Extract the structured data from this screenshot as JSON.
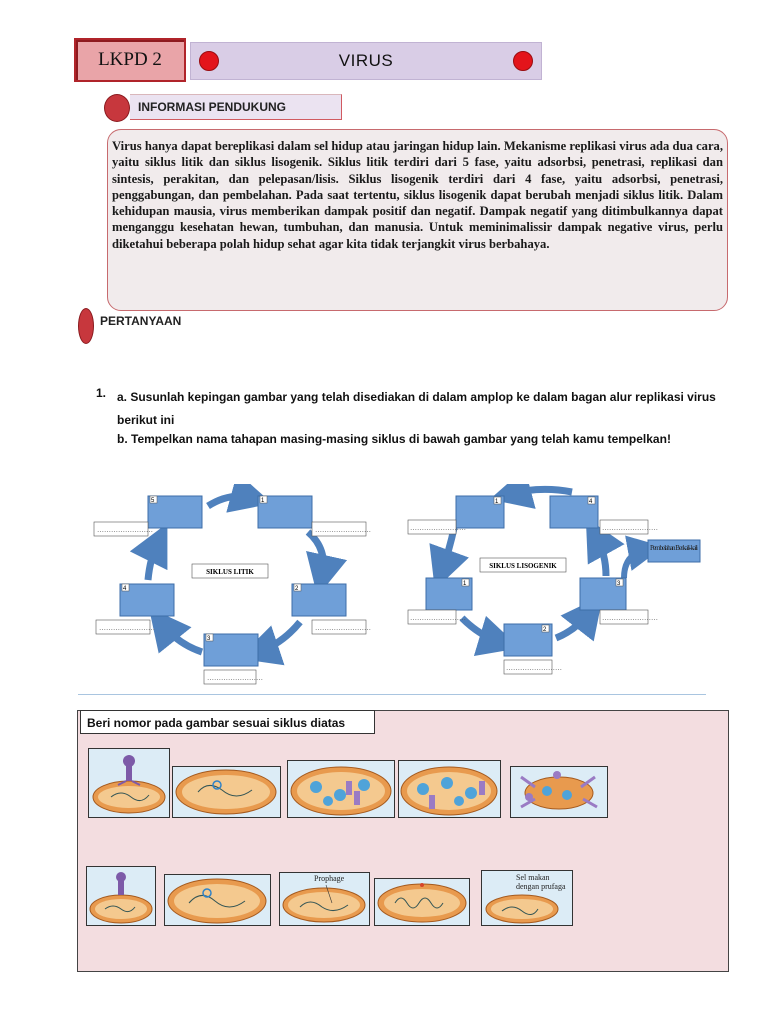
{
  "header": {
    "tag": "LKPD 2",
    "title": "VIRUS"
  },
  "info": {
    "label": "INFORMASI PENDUKUNG",
    "text": "Virus hanya dapat bereplikasi dalam sel hidup atau jaringan hidup lain. Mekanisme replikasi virus ada dua cara, yaitu siklus litik dan siklus lisogenik. Siklus litik terdiri dari 5 fase, yaitu adsorbsi, penetrasi, replikasi dan sintesis, perakitan, dan pelepasan/lisis. Siklus lisogenik terdiri dari 4 fase, yaitu adsorbsi, penetrasi, penggabungan, dan pembelahan. Pada saat tertentu, siklus lisogenik dapat berubah menjadi siklus litik. Dalam kehidupan mausia, virus memberikan dampak positif dan negatif. Dampak negatif yang ditimbulkannya dapat menganggu kesehatan hewan, tumbuhan, dan manusia. Untuk meminimalissir dampak negative virus, perlu diketahui beberapa polah hidup sehat agar kita tidak terjangkit virus berbahaya."
  },
  "questions": {
    "label": "PERTANYAAN",
    "number": "1.",
    "a": "a. Susunlah kepingan gambar yang telah disediakan di dalam amplop ke dalam bagan alur replikasi virus berikut ini",
    "b": "b. Tempelkan nama tahapan masing-masing siklus di bawah gambar yang telah kamu tempelkan!"
  },
  "litik": {
    "label": "SIKLUS LITIK",
    "nums": [
      "1",
      "2",
      "3",
      "4",
      "5"
    ],
    "blank": "……………………"
  },
  "lisogenik": {
    "label": "SIKLUS LISOGENIK",
    "nums": [
      "1",
      "2",
      "3",
      "4"
    ],
    "blank": "……………………",
    "side_note": "Pembelahan Berkali-kali"
  },
  "bottom": {
    "header": "Beri nomor pada gambar  sesuai  siklus diatas",
    "prophage_label": "Prophage",
    "sel_note": "Sel makan dengan prufaga"
  },
  "colors": {
    "title_red": "#e3141b",
    "box_blue": "#6f9fd8",
    "arrow_blue": "#4f81bd",
    "cell_orange": "#e89a4e",
    "panel_pink": "#f3dde0"
  }
}
